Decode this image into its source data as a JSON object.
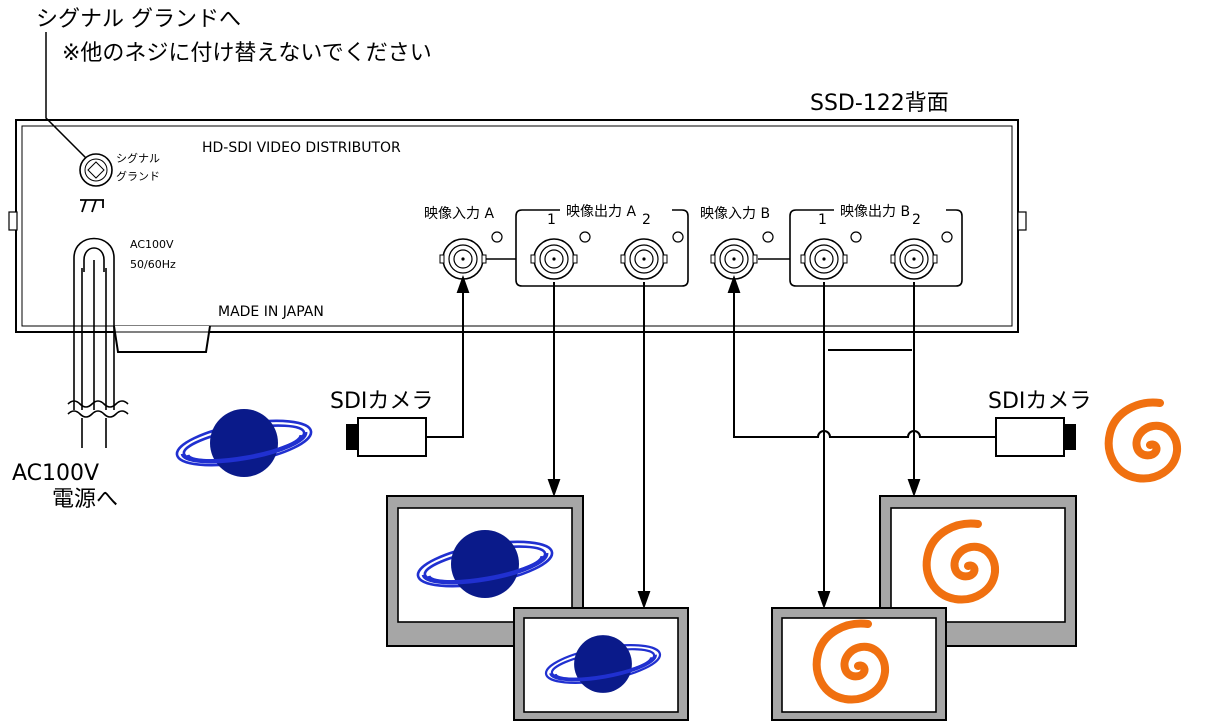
{
  "ground_note": {
    "line1": "シグナル グランドへ",
    "line2": "※他のネジに付け替えないでください"
  },
  "device_title": "SSD-122背面",
  "panel": {
    "model_label": "HD-SDI VIDEO DISTRIBUTOR",
    "ground_label_1": "シグナル",
    "ground_label_2": "グランド",
    "power_rating_1": "AC100V",
    "power_rating_2": "50/60Hz",
    "origin_label": "MADE IN JAPAN",
    "input_a_label": "映像入力 A",
    "output_a_label": "映像出力 A",
    "input_b_label": "映像入力 B",
    "output_b_label": "映像出力 B",
    "port_1": "1",
    "port_2": "2"
  },
  "cameras": {
    "left_label": "SDIカメラ",
    "right_label": "SDIカメラ"
  },
  "power_note": {
    "line1": "AC100V",
    "line2": "電源へ"
  },
  "colors": {
    "planet_blue": "#0a1a8a",
    "ring_blue": "#2030d0",
    "spiral_orange": "#f07010",
    "monitor_frame": "#a6a6a6"
  }
}
